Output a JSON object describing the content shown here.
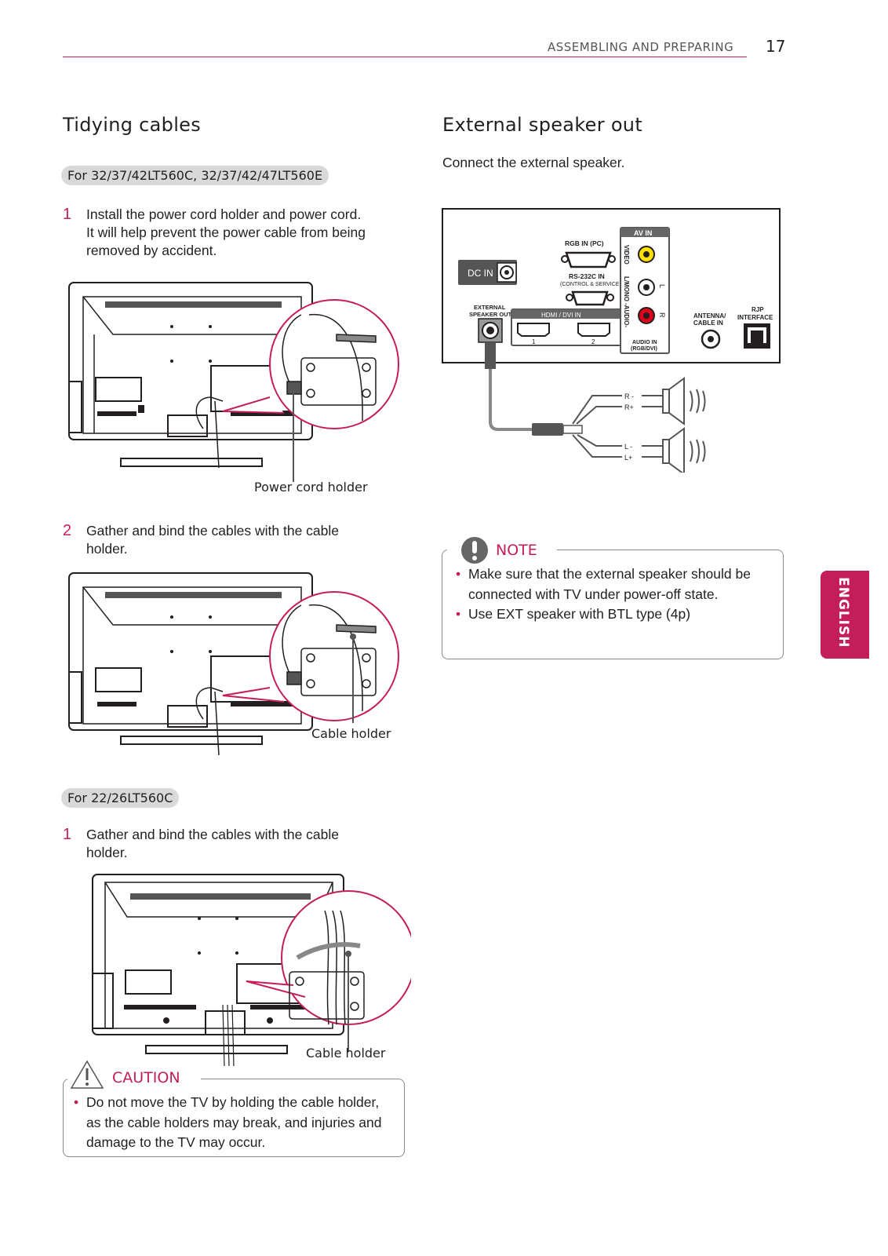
{
  "header": {
    "section_title": "ASSEMBLING AND PREPARING",
    "page_number": "17"
  },
  "side_tab": {
    "label": "ENGLISH"
  },
  "tidying": {
    "title": "Tidying cables",
    "group1": {
      "models": "For 32/37/42LT560C, 32/37/42/47LT560E",
      "steps": [
        {
          "num": "1",
          "text_lines": [
            "Install the power cord holder and power cord.",
            "It will help prevent the power cable from being",
            "removed by accident."
          ],
          "callout": "Power cord holder"
        },
        {
          "num": "2",
          "text_lines": [
            "Gather and bind the cables with the cable",
            "holder."
          ],
          "callout": "Cable holder"
        }
      ]
    },
    "group2": {
      "models": "For 22/26LT560C",
      "steps": [
        {
          "num": "1",
          "text_lines": [
            "Gather and bind the cables with the cable",
            "holder."
          ],
          "callout": "Cable holder"
        }
      ]
    },
    "caution": {
      "title": "CAUTION",
      "items": [
        "Do not move the TV by holding the cable holder, as the cable holders may break, and injuries and damage to the TV may occur."
      ]
    }
  },
  "speaker": {
    "title": "External speaker out",
    "intro": "Connect the external speaker.",
    "panel": {
      "dc_in": "DC IN",
      "rgb_in": "RGB IN (PC)",
      "rs232_line1": "RS-232C IN",
      "rs232_line2": "(CONTROL & SERVICE)",
      "ext_speaker_line1": "EXTERNAL",
      "ext_speaker_line2": "SPEAKER OUT",
      "hdmi_label": "HDMI / DVI IN",
      "hdmi_ports": [
        "1",
        "2"
      ],
      "av_in": "AV IN",
      "video": "VIDEO",
      "lmono": "L/MONO",
      "audio": "-AUDIO-",
      "r_side": "R",
      "l_label": "L",
      "r_label": "R",
      "audio_in_line1": "AUDIO IN",
      "audio_in_line2": "(RGB/DVI)",
      "antenna_line1": "ANTENNA/",
      "antenna_line2": "CABLE IN",
      "rjp_line1": "RJP",
      "rjp_line2": "INTERFACE"
    },
    "wires": [
      "R -",
      "R+",
      "L -",
      "L+"
    ],
    "note": {
      "title": "NOTE",
      "items": [
        "Make sure that the external speaker should be connected with TV under power-off state.",
        "Use EXT speaker with BTL type (4p)"
      ]
    }
  },
  "colors": {
    "accent": "#c41e5a",
    "pill": "#d9d9d9",
    "text": "#231f20"
  }
}
